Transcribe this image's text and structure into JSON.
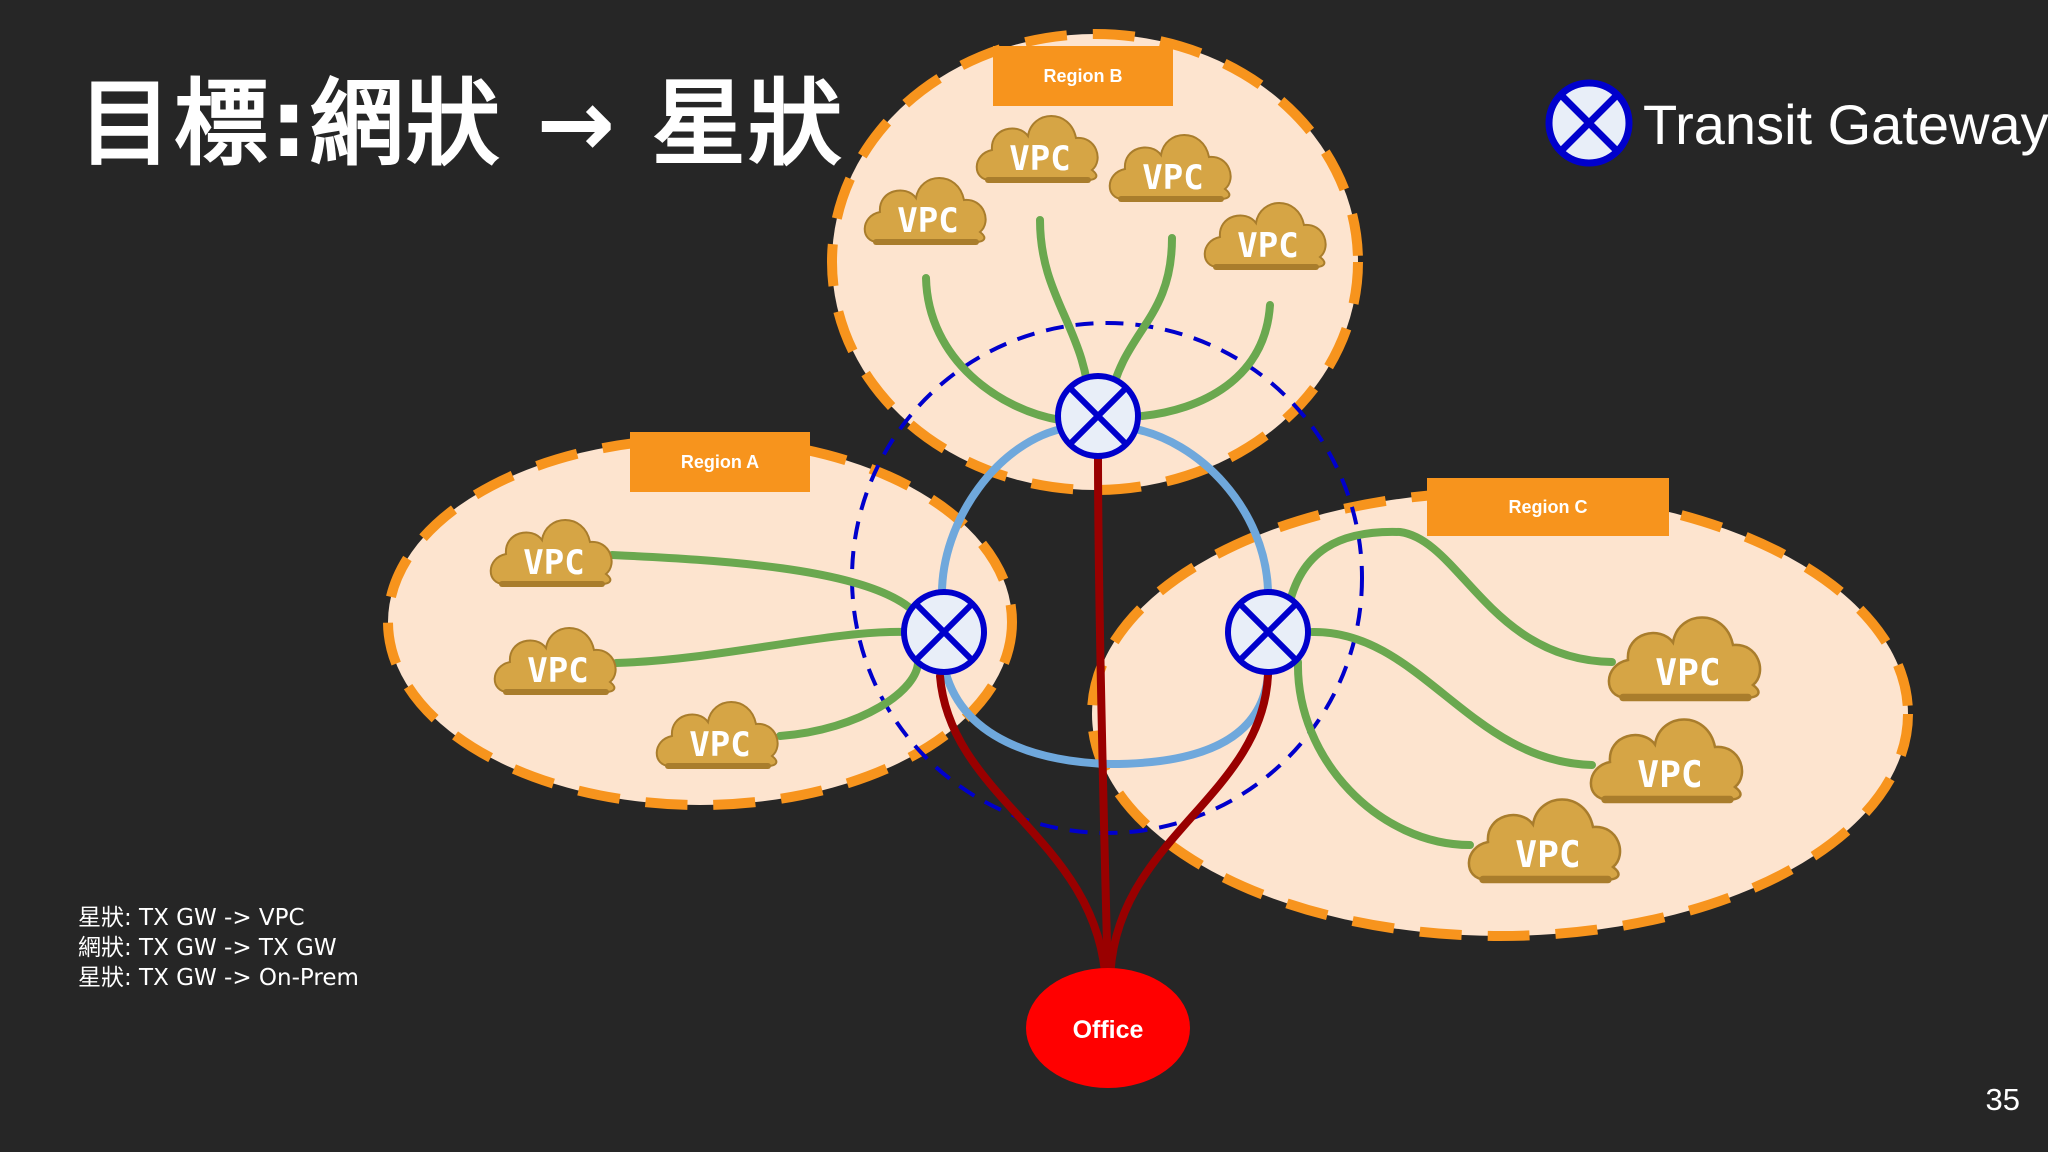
{
  "slide": {
    "title": "目標:網狀 → 星狀",
    "page_number": "35"
  },
  "legend": {
    "label": "Transit Gateway",
    "icon": "transit-gateway-icon"
  },
  "notes": [
    "星狀: TX GW -> VPC",
    "網狀: TX GW -> TX GW",
    "星狀: TX GW -> On-Prem"
  ],
  "regions": [
    {
      "id": "b",
      "label": "Region B",
      "vpc_label": "VPC"
    },
    {
      "id": "a",
      "label": "Region A",
      "vpc_label": "VPC"
    },
    {
      "id": "c",
      "label": "Region C",
      "vpc_label": "VPC"
    }
  ],
  "office": {
    "label": "Office"
  },
  "colors": {
    "background": "#262626",
    "region_fill": "#fde4cf",
    "region_border": "#f7941d",
    "region_label_bg": "#f7941d",
    "vpc_cloud": "#d6a545",
    "vpc_to_gateway_link": "#6aa84f",
    "gateway_peering_link": "#6fa8dc",
    "on_prem_link": "#990000",
    "gateway_stroke": "#0000cc",
    "gateway_fill": "#e8eef8",
    "dashed_ring": "#0000cc",
    "office_fill": "#ff0000"
  }
}
